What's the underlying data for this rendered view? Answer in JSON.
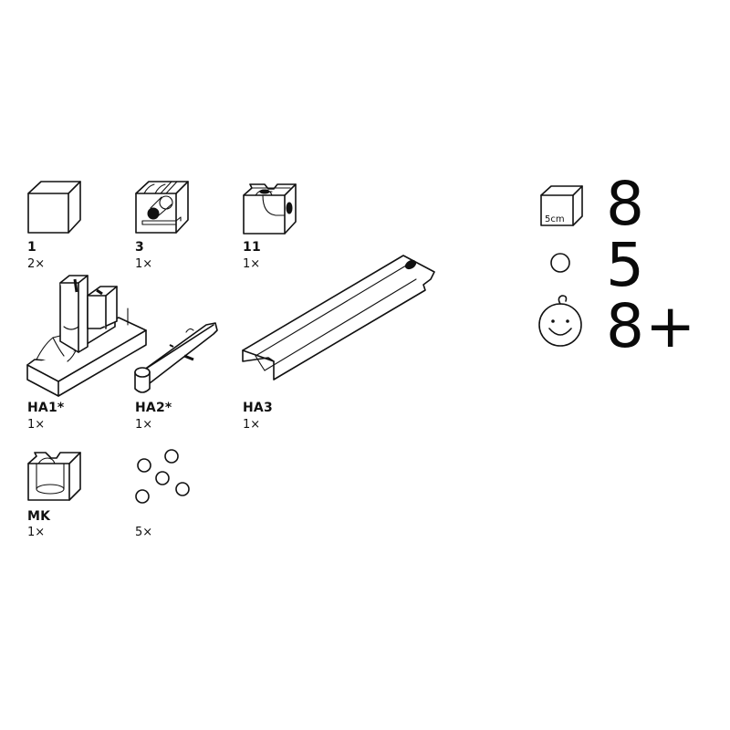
{
  "parts": [
    {
      "id": "1",
      "label": "1",
      "qty": "2×",
      "icon": "plain-cube-icon"
    },
    {
      "id": "3",
      "label": "3",
      "qty": "1×",
      "icon": "cube-3-channel-icon"
    },
    {
      "id": "11",
      "label": "11",
      "qty": "1×",
      "icon": "cube-11-curve-icon"
    },
    {
      "id": "HA1",
      "label": "HA1*",
      "qty": "1×",
      "icon": "ha1-holder-icon"
    },
    {
      "id": "HA2",
      "label": "HA2*",
      "qty": "1×",
      "icon": "ha2-lever-icon"
    },
    {
      "id": "HA3",
      "label": "HA3",
      "qty": "1×",
      "icon": "ha3-rail-icon"
    },
    {
      "id": "MK",
      "label": "MK",
      "qty": "1×",
      "icon": "mk-cup-cube-icon"
    },
    {
      "id": "balls",
      "label": "",
      "qty": "5×",
      "icon": "marbles-icon"
    }
  ],
  "stats": [
    {
      "icon": "cube-5cm-icon",
      "icon_text": "5cm",
      "value": "8"
    },
    {
      "icon": "marble-circle-icon",
      "value": "5"
    },
    {
      "icon": "child-face-icon",
      "value": "8+"
    }
  ]
}
